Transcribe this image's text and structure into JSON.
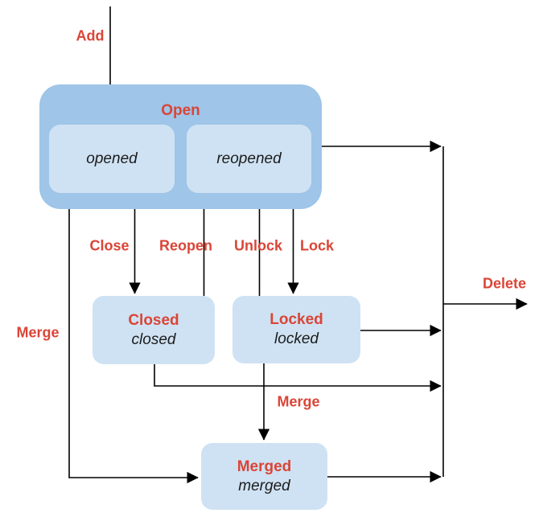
{
  "colors": {
    "background": "#ffffff",
    "open_group_fill": "#9fc5e8",
    "state_fill": "#cfe2f3",
    "transition_label": "#da4537",
    "substate_text": "#1c1c1c",
    "connector": "#000000"
  },
  "nodes": {
    "open": {
      "label": "Open",
      "substates": [
        {
          "label": "opened"
        },
        {
          "label": "reopened"
        }
      ]
    },
    "closed": {
      "title": "Closed",
      "subtitle": "closed"
    },
    "locked": {
      "title": "Locked",
      "subtitle": "locked"
    },
    "merged": {
      "title": "Merged",
      "subtitle": "merged"
    }
  },
  "transitions": {
    "add": {
      "label": "Add"
    },
    "close": {
      "label": "Close"
    },
    "reopen": {
      "label": "Reopen"
    },
    "unlock": {
      "label": "Unlock"
    },
    "lock": {
      "label": "Lock"
    },
    "merge_open": {
      "label": "Merge"
    },
    "merge_bottom": {
      "label": "Merge"
    },
    "delete": {
      "label": "Delete"
    }
  }
}
